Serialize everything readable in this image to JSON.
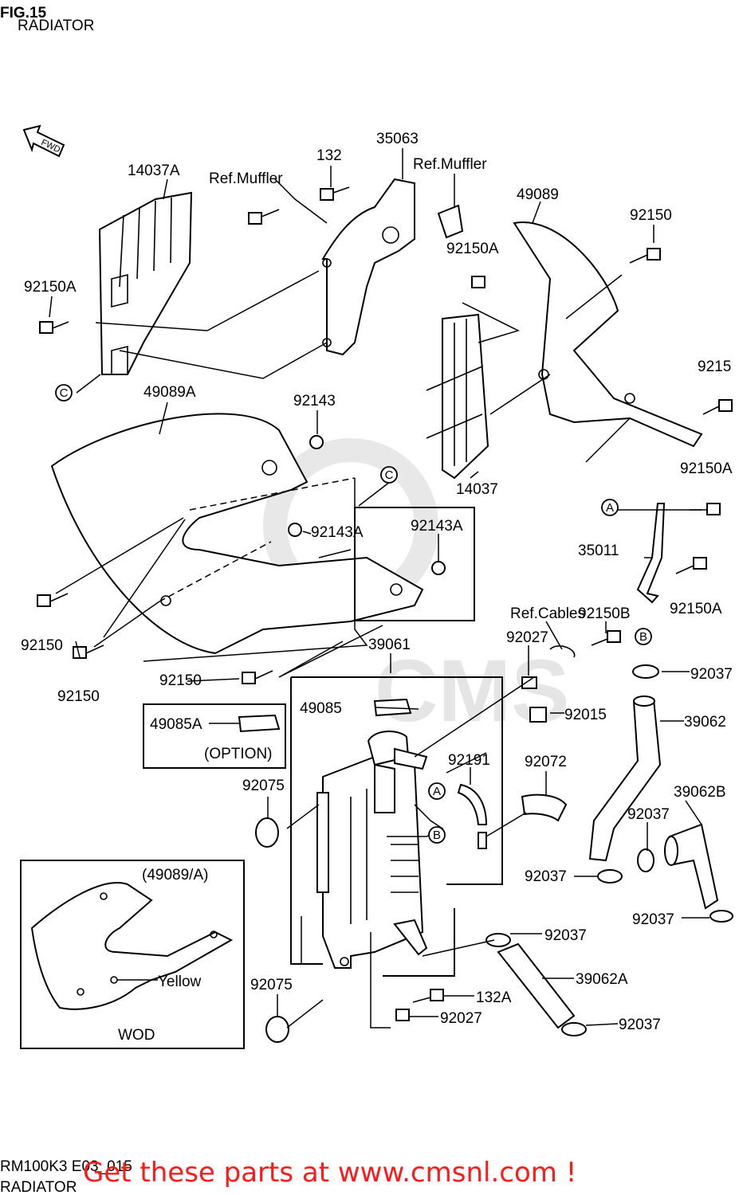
{
  "header": {
    "fig": "FIG.15",
    "subtitle": "RADIATOR"
  },
  "watermark": "CMS",
  "footer": {
    "code": "RM100K3 E03_015",
    "name": "RADIATOR"
  },
  "banner": "Get these parts at www.cmsnl.com !",
  "inset_option": {
    "part": "49085A",
    "note": "(OPTION)"
  },
  "inset_wod": {
    "header": "(49089/A)",
    "color_label": "Yellow",
    "caption": "WOD"
  },
  "direction_marker": "FWD",
  "ref_circles": [
    "A",
    "B",
    "C"
  ],
  "labels": {
    "p14037A": "14037A",
    "refMuffler1": "Ref.Muffler",
    "p132": "132",
    "p35063": "35063",
    "refMuffler2": "Ref.Muffler",
    "p49089": "49089",
    "p92150_a": "92150",
    "p92150A_a": "92150A",
    "p92150A_b": "92150A",
    "p9215x": "9215",
    "p49089A": "49089A",
    "p92143": "92143",
    "p92150A_c": "92150A",
    "p14037": "14037",
    "p92143A_a": "92143A",
    "p92143A_b": "92143A",
    "p35011": "35011",
    "p92150B": "92150B",
    "p92150A_d": "92150A",
    "refCables": "Ref.Cables",
    "p92027_a": "92027",
    "p92150_b": "92150",
    "p92150_c": "92150",
    "p92150_d": "92150",
    "p39061": "39061",
    "p92037_a": "92037",
    "p49085": "49085",
    "p92015": "92015",
    "p39062": "39062",
    "p92191": "92191",
    "p92072": "92072",
    "p92075_a": "92075",
    "p39062B": "39062B",
    "p92037_b": "92037",
    "p92037_c": "92037",
    "p92037_d": "92037",
    "p92037_e": "92037",
    "p39062A": "39062A",
    "p92075_b": "92075",
    "p132A": "132A",
    "p92027_b": "92027",
    "p92037_f": "92037"
  }
}
